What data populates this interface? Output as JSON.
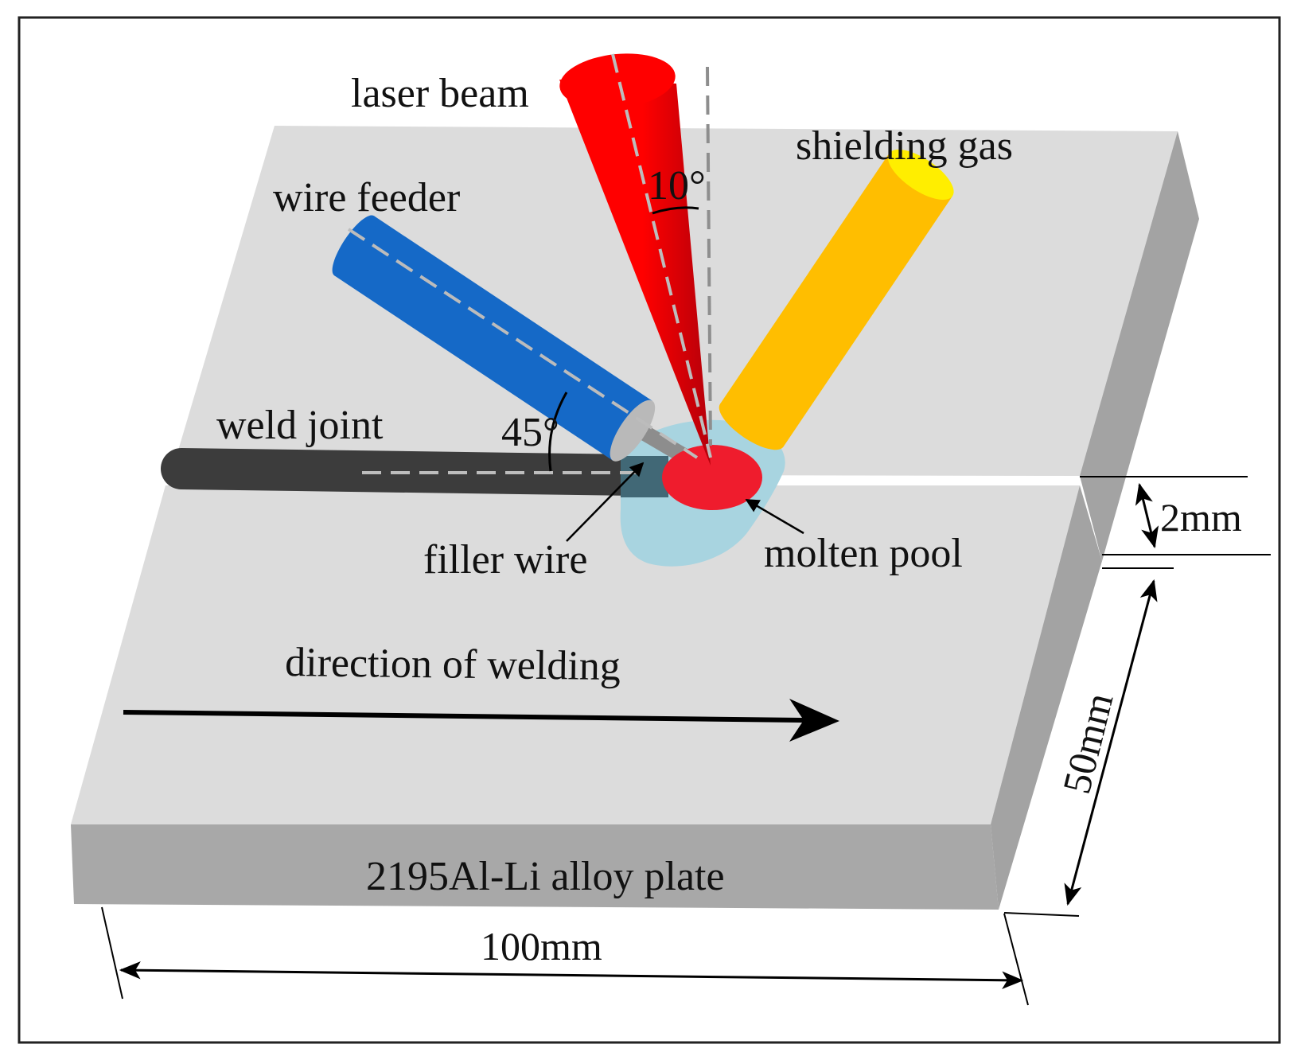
{
  "labels": {
    "laser_beam": "laser beam",
    "shielding_gas": "shielding gas",
    "wire_feeder": "wire feeder",
    "weld_joint": "weld joint",
    "filler_wire": "filler wire",
    "molten_pool": "molten pool",
    "direction": "direction of welding",
    "plate": "2195Al-Li alloy plate"
  },
  "angles": {
    "laser_angle": "10°",
    "wire_angle": "45°"
  },
  "dimensions": {
    "thickness": "2mm",
    "width": "50mm",
    "length": "100mm"
  },
  "colors": {
    "plate_top": "#dcdcdc",
    "plate_side": "#a3a3a3",
    "plate_front": "#a8a8a8",
    "laser": "#ff0000",
    "laser_dark": "#b5000a",
    "wire_feeder": "#1569c7",
    "shielding_gas": "#ffbe00",
    "shielding_gas_end": "#ffee00",
    "molten_pool": "#ef1c2d",
    "pool_halo": "#a8d4e0",
    "weld_joint": "#3c3c3c"
  }
}
